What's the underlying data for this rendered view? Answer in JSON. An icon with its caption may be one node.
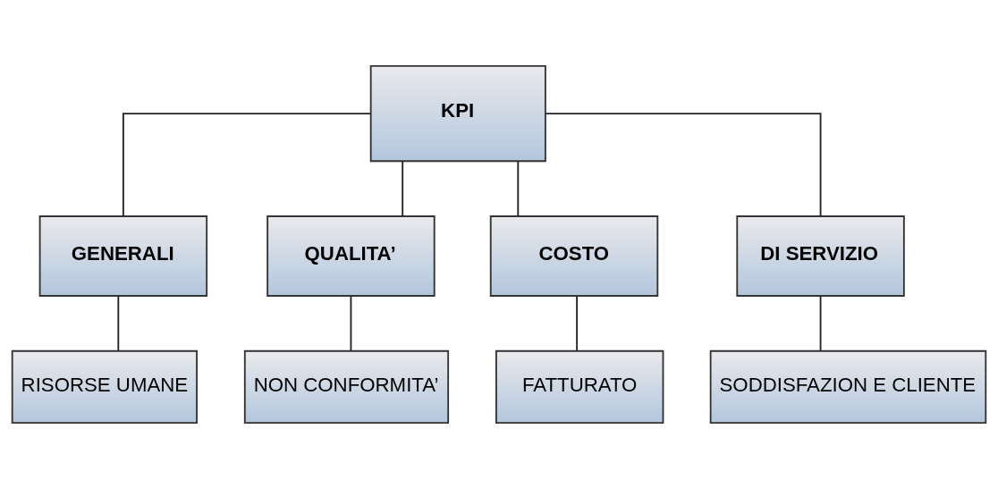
{
  "diagram": {
    "nodes": [
      {
        "text": [
          "KPI"
        ]
      },
      {
        "text": [
          "GENERALI"
        ]
      },
      {
        "text": [
          "QUALITA’"
        ]
      },
      {
        "text": [
          "COSTO"
        ]
      },
      {
        "text": [
          "DI SERVIZIO"
        ]
      },
      {
        "text": [
          "RISORSE UMANE"
        ]
      },
      {
        "text": [
          "NON CONFORMITA’"
        ]
      },
      {
        "text": [
          "FATTURATO"
        ]
      },
      {
        "text": [
          "SODDISFAZION E CLIENTE"
        ]
      }
    ],
    "edges": [
      {
        "from": 0,
        "to": 1,
        "arrow": "none"
      },
      {
        "from": 0,
        "to": 2,
        "arrow": "none"
      },
      {
        "from": 0,
        "to": 3,
        "arrow": "none"
      },
      {
        "from": 0,
        "to": 4,
        "arrow": "none"
      },
      {
        "from": 1,
        "to": 5,
        "arrow": "none"
      },
      {
        "from": 2,
        "to": 6,
        "arrow": "none"
      },
      {
        "from": 3,
        "to": 7,
        "arrow": "none"
      },
      {
        "from": 4,
        "to": 8,
        "arrow": "none"
      }
    ]
  }
}
